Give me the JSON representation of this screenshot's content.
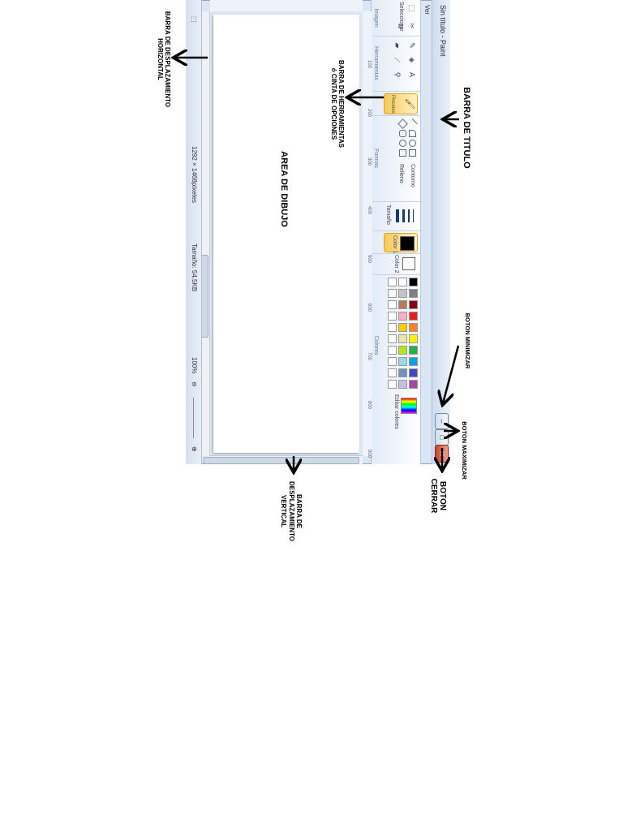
{
  "window": {
    "title": "Sin título - Paint",
    "menu_ver": "Ver",
    "buttons": {
      "minimize": "–",
      "maximize": "□",
      "close": "✕"
    }
  },
  "ribbon": {
    "seleccionar": "Seleccionar",
    "imagen": "Imagen",
    "herramientas": "Herramientas",
    "pinceles": "Pinceles",
    "formas": "Formas",
    "contorno": "Contorno",
    "relleno": "Relleno",
    "tamano": "Tamaño",
    "color1": "Color 1",
    "color2": "Color 2",
    "colores": "Colores",
    "editar_colores": "Editar colores"
  },
  "palette": {
    "row1": [
      "#000000",
      "#7f7f7f",
      "#880015",
      "#ed1c24",
      "#ff7f27",
      "#fff200",
      "#22b14c",
      "#00a2e8",
      "#3f48cc",
      "#a349a4"
    ],
    "row2": [
      "#ffffff",
      "#c3c3c3",
      "#b97a57",
      "#ffaec9",
      "#ffc90e",
      "#efe4b0",
      "#b5e61d",
      "#99d9ea",
      "#7092be",
      "#c8bfe7"
    ],
    "row3": [
      "#ffffff",
      "#ffffff",
      "#ffffff",
      "#ffffff",
      "#ffffff",
      "#ffffff",
      "#ffffff",
      "#ffffff",
      "#ffffff",
      "#ffffff"
    ]
  },
  "ruler_ticks": [
    "100",
    "200",
    "300",
    "400",
    "500",
    "600",
    "700",
    "800",
    "900"
  ],
  "statusbar": {
    "dimensions": "1292 × 1468píxeles",
    "size": "Tamaño: 54,5KB",
    "zoom": "100%"
  },
  "annotations": {
    "titulo": "BARRA DE TITULO",
    "herramientas_l1": "BARRA DE HERRAMIENTAS",
    "herramientas_l2": "ó CINTA DE OPCIONES",
    "area": "AREA DE DIBUJO",
    "desp_h_l1": "BARRA DE DESPLAZAMIENTO",
    "desp_h_l2": "HORIZONTAL",
    "minimizar": "BOTON MINIMIZAR",
    "maximizar": "BOTON MAXIMIZAR",
    "cerrar_l1": "BOTON",
    "cerrar_l2": "CERRAR",
    "desp_v_l1": "BARRA DE",
    "desp_v_l2": "DESPLAZAMIENTO",
    "desp_v_l3": "VERTICAL"
  }
}
